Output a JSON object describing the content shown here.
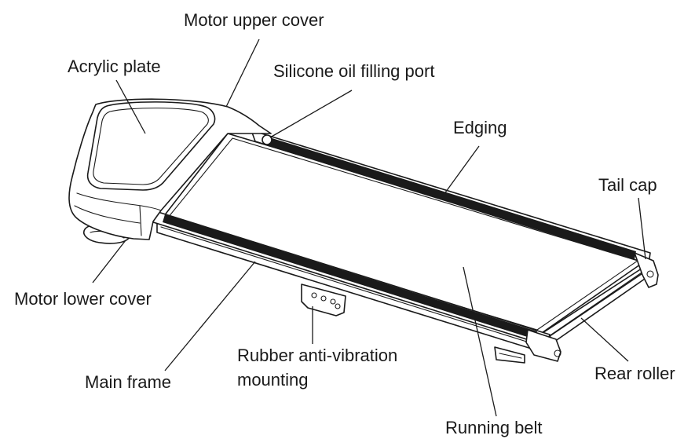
{
  "labels": {
    "motor_upper_cover": "Motor upper cover",
    "acrylic_plate": "Acrylic plate",
    "silicone_oil_filling_port": "Silicone oil filling port",
    "edging": "Edging",
    "tail_cap": "Tail cap",
    "motor_lower_cover": "Motor lower cover",
    "rubber_anti_vibration_line1": "Rubber anti-vibration",
    "rubber_anti_vibration_line2": "mounting",
    "main_frame": "Main frame",
    "rear_roller": "Rear roller",
    "running_belt": "Running belt"
  },
  "colors": {
    "line": "#1a1a1a",
    "background": "#ffffff"
  }
}
